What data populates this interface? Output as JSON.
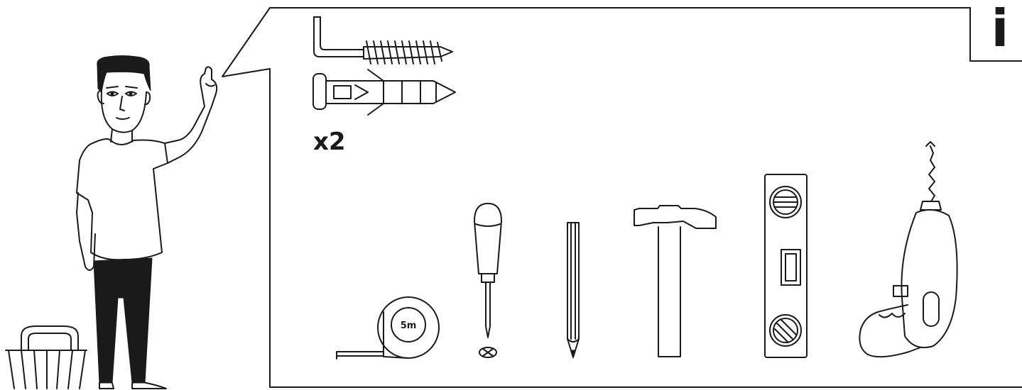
{
  "hardware": {
    "quantity_label": "x2"
  },
  "info": {
    "symbol": "i"
  },
  "tools": {
    "tape_measure_label": "5m",
    "items": [
      "tape-measure",
      "screwdriver",
      "pencil",
      "hammer",
      "spirit-level",
      "drill"
    ]
  },
  "icons": [
    "person-icon",
    "basket-icon",
    "hook-screw-icon",
    "wall-plug-icon",
    "info-icon"
  ],
  "colors": {
    "ink": "#1a1a1a",
    "background": "#ffffff"
  }
}
